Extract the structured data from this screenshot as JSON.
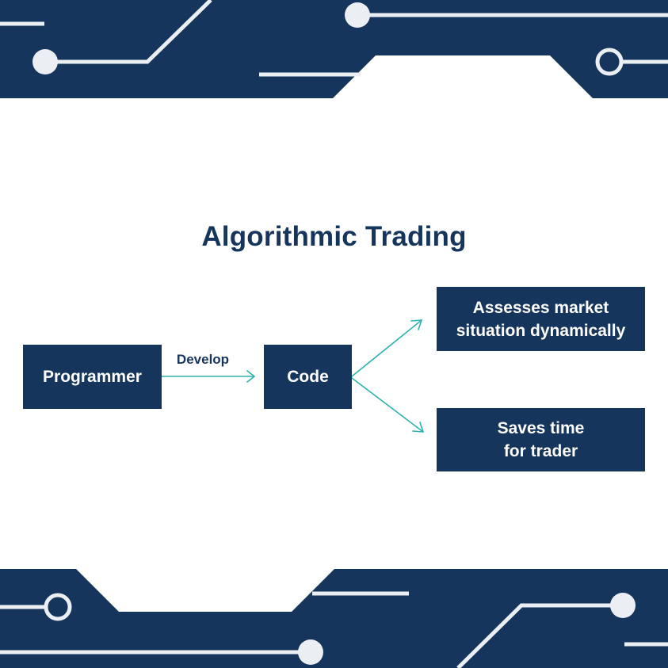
{
  "title": "Algorithmic Trading",
  "colors": {
    "navy": "#16355d",
    "circuit_light": "#ebeef3",
    "arrow": "#2cb3b0",
    "background": "#ffffff"
  },
  "nodes": {
    "programmer": "Programmer",
    "code": "Code",
    "assesses": "Assesses market\nsituation dynamically",
    "saves": "Saves time\nfor trader"
  },
  "edges": {
    "develop": "Develop"
  }
}
